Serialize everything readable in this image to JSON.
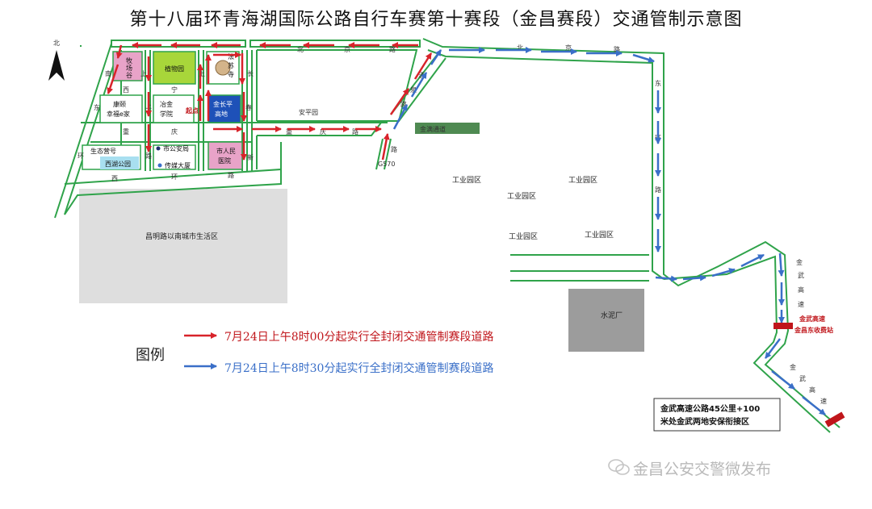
{
  "title": "第十八届环青海湖国际公路自行车赛第十赛段（金昌赛段）交通管制示意图",
  "compass": "北",
  "legend": {
    "title": "图例",
    "red": "7月24日上午8时00分起实行全封闭交通管制赛段道路",
    "blue": "7月24日上午8时30分起实行全封闭交通管制赛段道路"
  },
  "roads": {
    "north": [
      "北",
      "京",
      "路"
    ],
    "east": [
      "东",
      "环",
      "路"
    ],
    "jinwu_upper": [
      "金",
      "武",
      "高",
      "速"
    ],
    "jinwu_lower": [
      "金",
      "武",
      "高",
      "速"
    ],
    "left_col": [
      "南",
      "上",
      "东",
      "环"
    ],
    "mid_col": [
      "上",
      "宁",
      "路"
    ],
    "chang": "长",
    "chun": "春",
    "xin": "新",
    "h1": [
      "西",
      "宁"
    ],
    "h2": [
      "重",
      "庆"
    ],
    "h3": [
      "重",
      "庆",
      "路"
    ],
    "h4": [
      "西",
      "环",
      "路"
    ],
    "g570": "G570",
    "baisha": [
      "白",
      "沙",
      "路"
    ],
    "jiuquan": [
      "酒",
      "泉",
      "路"
    ],
    "anping": "安平园"
  },
  "zones": {
    "industry": [
      "工业园区",
      "工业园区",
      "工业园区",
      "工业园区",
      "工业园区"
    ],
    "south_city": "昌明路以南城市生活区",
    "cement": "水泥厂",
    "xinbei": "金满通道"
  },
  "pois": {
    "a": [
      "牧",
      "场",
      "谷"
    ],
    "zhiwuyuan": "植物园",
    "fasu": [
      "法",
      "苏",
      "寺"
    ],
    "kangzhi": [
      "康颐",
      "幸福e家"
    ],
    "yejin": [
      "冶金",
      "学院"
    ],
    "jinchang": [
      "金长平",
      "高地"
    ],
    "shengtai": "生态营号",
    "xihu": "西湖公园",
    "gonganju": "市公安局",
    "chuanmei": "传媒大厦",
    "renmin": [
      "市人民",
      "医院"
    ],
    "start": "起点"
  },
  "toll": [
    "金武高速",
    "金昌东收费站"
  ],
  "handover": [
    "金武高速公路45公里+100",
    "米处金武两地安保衔接区"
  ],
  "watermark": "金昌公安交警微发布",
  "colors": {
    "road_edge": "#2fa34a",
    "red_route": "#d8232a",
    "blue_route": "#3a6fc8",
    "grey_block": "#dedede",
    "cement_grey": "#9c9c9c"
  }
}
